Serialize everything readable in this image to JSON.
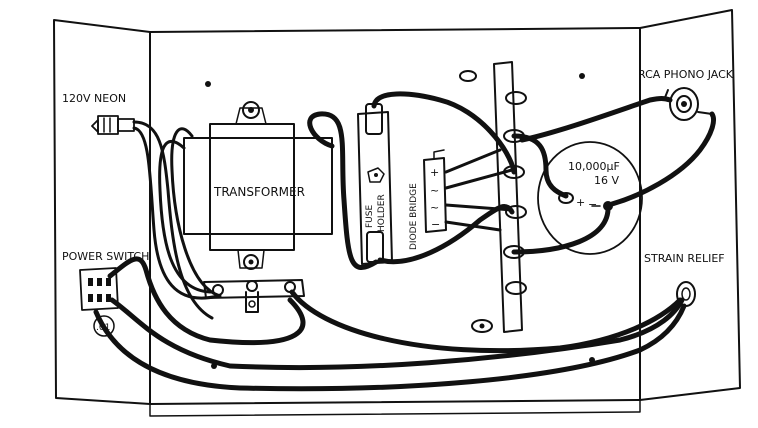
{
  "labels": {
    "neon": "120V NEON",
    "power_switch": "POWER SWITCH",
    "switch_tag": ".01",
    "transformer": "TRANSFORMER",
    "fuse_line1": "FUSE",
    "fuse_line2": "HOLDER",
    "diode_bridge": "DIODE BRIDGE",
    "bridge_plus": "+",
    "bridge_ac1": "~",
    "bridge_ac2": "~",
    "bridge_minus": "−",
    "cap_value": "10,000µF",
    "cap_voltage": "16 V",
    "cap_plus": "+",
    "cap_minus": "−",
    "rca_jack": "RCA PHONO JACK",
    "strain_relief": "STRAIN RELIEF"
  }
}
